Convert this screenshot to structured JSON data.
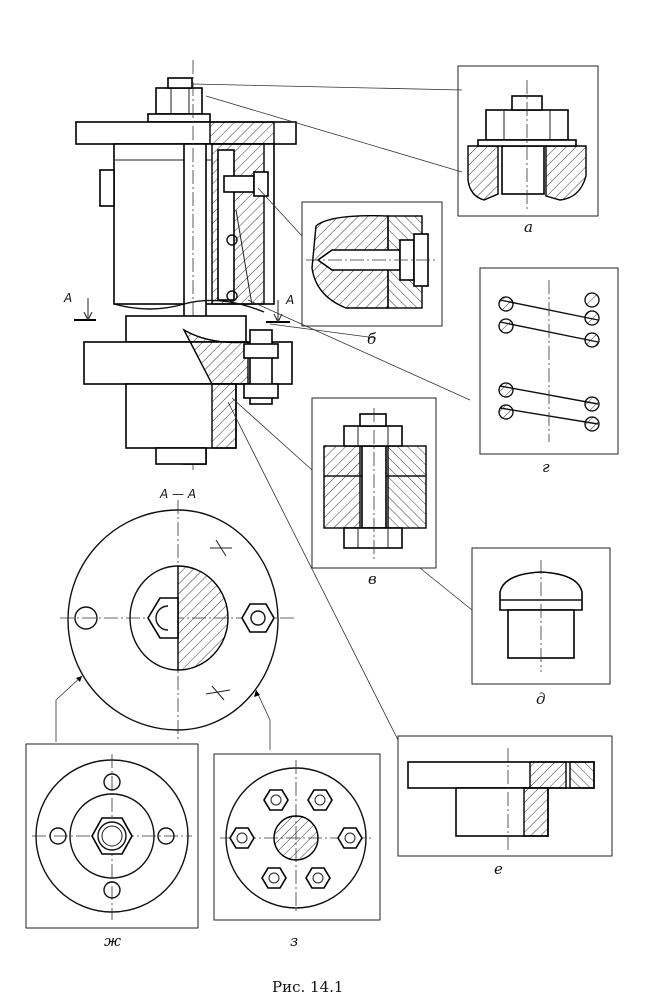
{
  "figure": {
    "caption": "Рис. 14.1",
    "section_title": "А — А",
    "section_mark": "А",
    "detail_labels": [
      "а",
      "б",
      "в",
      "г",
      "д",
      "е",
      "ж",
      "з"
    ]
  }
}
